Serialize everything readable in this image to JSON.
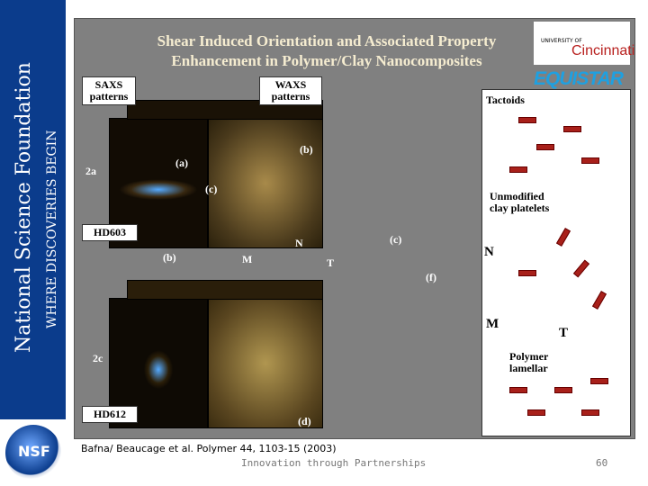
{
  "sidebar": {
    "org": "National Science Foundation",
    "tagline": "WHERE DISCOVERIES BEGIN",
    "logo_text": "NSF"
  },
  "slide": {
    "title_line1": "Shear Induced Orientation and Associated Property",
    "title_line2": "Enhancement in Polymer/Clay Nanocomposites",
    "logos": {
      "uc_small": "UNIVERSITY OF",
      "uc_name": "Cincinnati",
      "equistar": "EQUISTAR"
    },
    "labels": {
      "saxs": "SAXS patterns",
      "waxs": "WAXS patterns",
      "hd603": "HD603",
      "hd612": "HD612",
      "l2a": "2a",
      "l2c": "2c",
      "a": "(a)",
      "b1": "(b)",
      "c1": "(c)",
      "b2": "(b)",
      "c2": "(c)",
      "f": "(f)",
      "d": "(d)",
      "axis_n": "N",
      "axis_m": "M",
      "axis_t": "T"
    },
    "schematic": {
      "tactoids": "Tactoids",
      "unmodified": "Unmodified clay platelets",
      "n": "N",
      "m": "M",
      "t": "T",
      "lamellar": "Polymer lamellar"
    }
  },
  "footer": {
    "citation": "Bafna/ Beaucage et al. Polymer 44, 1103-15 (2003)",
    "tagline": "Innovation through Partnerships",
    "page": "60"
  }
}
